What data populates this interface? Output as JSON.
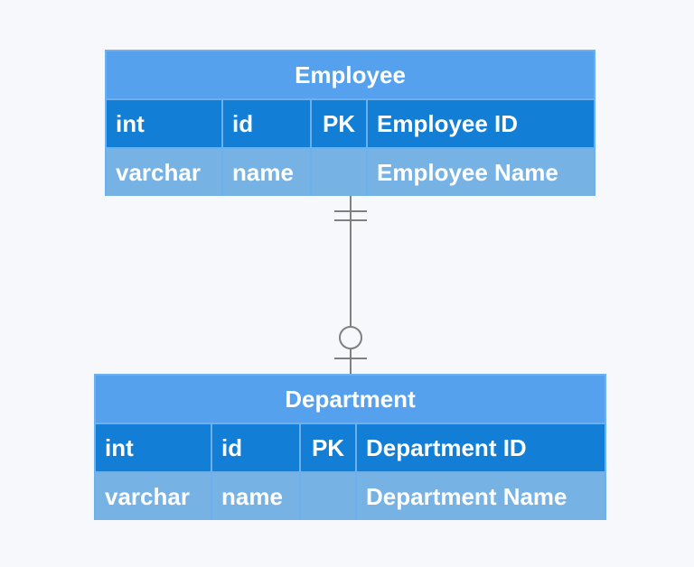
{
  "colors": {
    "background": "#f7f8fc",
    "entity_header": "#55a1ee",
    "pk_row": "#137ed6",
    "attr_row": "#77b2e4",
    "border": "#6db0ee",
    "connector": "#808080"
  },
  "entities": [
    {
      "name": "Employee",
      "pk_row": {
        "type": "int",
        "field": "id",
        "key": "PK",
        "comment": "Employee ID"
      },
      "attr_row": {
        "type": "varchar",
        "field": "name",
        "key": "",
        "comment": "Employee Name"
      }
    },
    {
      "name": "Department",
      "pk_row": {
        "type": "int",
        "field": "id",
        "key": "PK",
        "comment": "Department ID"
      },
      "attr_row": {
        "type": "varchar",
        "field": "name",
        "key": "",
        "comment": "Department Name"
      }
    }
  ],
  "relationship": {
    "from": "Employee",
    "to": "Department",
    "from_cardinality": "exactly-one",
    "to_cardinality": "zero-or-one"
  }
}
